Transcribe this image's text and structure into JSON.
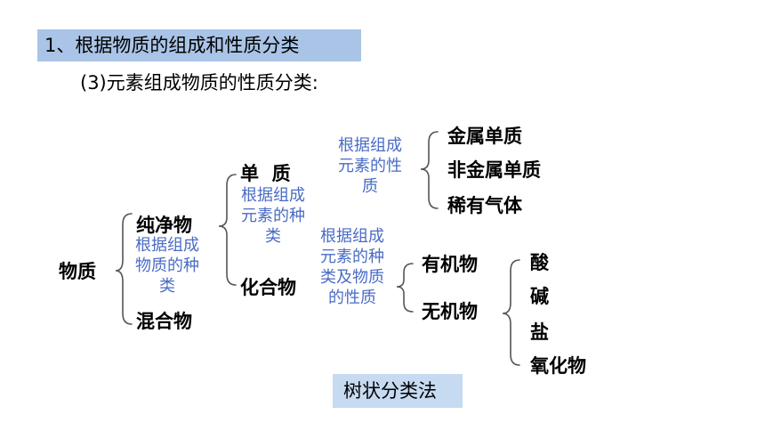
{
  "heading": {
    "text": "1、根据物质的组成和性质分类"
  },
  "subheading": {
    "text": "(3)元素组成物质的性质分类:"
  },
  "tree": {
    "root": "物质",
    "pure": "纯净物",
    "mixture": "混合物",
    "note_pure": "根据组成物质的种类",
    "simple": "单  质",
    "compound": "化合物",
    "note_simple": "根据组成元素的种类",
    "note_simple_types": "根据组成元素的性质",
    "metal": "金属单质",
    "nonmetal": "非金属单质",
    "noble_gas": "稀有气体",
    "note_compound": "根据组成元素的种类及物质的性质",
    "organic": "有机物",
    "inorganic": "无机物",
    "acid": "酸",
    "base": "碱",
    "salt": "盐",
    "oxide": "氧化物"
  },
  "footer": {
    "text": "树状分类法"
  }
}
